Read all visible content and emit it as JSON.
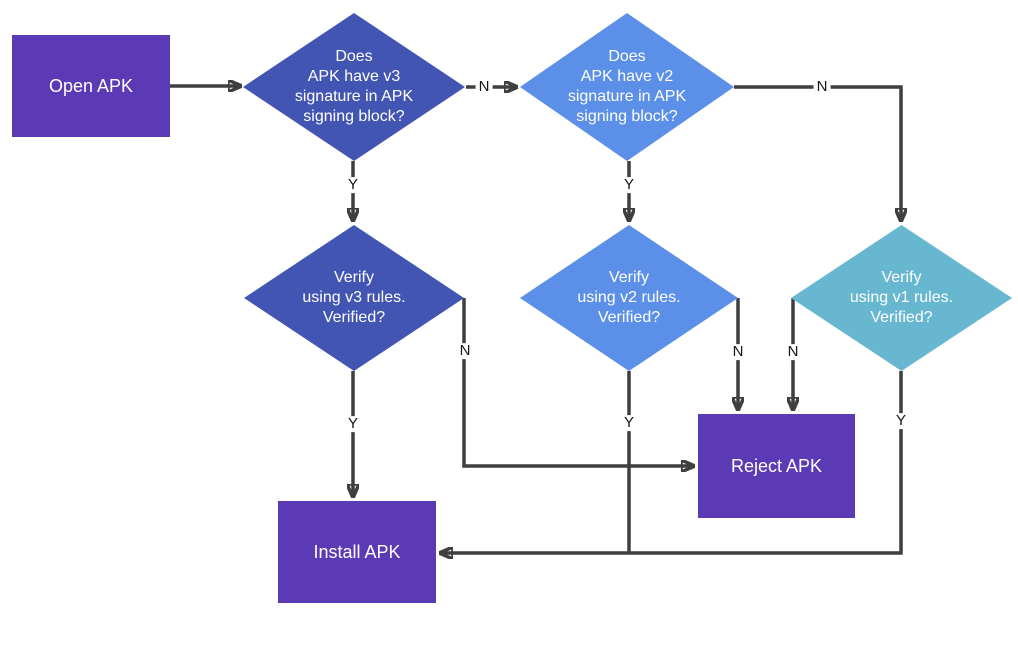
{
  "colors": {
    "purple": "#5c3ab6",
    "dark_blue": "#4355b2",
    "light_blue": "#5c90e8",
    "teal": "#68b7d1",
    "edge": "#3f3f3f",
    "node_text": "#ffffff",
    "edge_label_text": "#141414",
    "background": "#ffffff"
  },
  "labels": {
    "yes": "Y",
    "no": "N"
  },
  "nodes": {
    "open_apk": {
      "type": "process",
      "label": "Open APK"
    },
    "check_v3": {
      "type": "decision",
      "label": "Does\nAPK have v3\nsignature in APK\nsigning block?"
    },
    "check_v2": {
      "type": "decision",
      "label": "Does\nAPK have v2\nsignature in APK\nsigning block?"
    },
    "verify_v3": {
      "type": "decision",
      "label": "Verify\nusing v3 rules.\nVerified?"
    },
    "verify_v2": {
      "type": "decision",
      "label": "Verify\nusing v2 rules.\nVerified?"
    },
    "verify_v1": {
      "type": "decision",
      "label": "Verify\nusing v1 rules.\nVerified?"
    },
    "reject_apk": {
      "type": "process",
      "label": "Reject APK"
    },
    "install_apk": {
      "type": "process",
      "label": "Install APK"
    }
  },
  "edges": [
    {
      "from": "open_apk",
      "to": "check_v3",
      "label": ""
    },
    {
      "from": "check_v3",
      "to": "check_v2",
      "label": "N"
    },
    {
      "from": "check_v3",
      "to": "verify_v3",
      "label": "Y"
    },
    {
      "from": "check_v2",
      "to": "verify_v1",
      "label": "N"
    },
    {
      "from": "check_v2",
      "to": "verify_v2",
      "label": "Y"
    },
    {
      "from": "verify_v3",
      "to": "install_apk",
      "label": "Y"
    },
    {
      "from": "verify_v3",
      "to": "reject_apk",
      "label": "N"
    },
    {
      "from": "verify_v2",
      "to": "reject_apk",
      "label": "N"
    },
    {
      "from": "verify_v2",
      "to": "install_apk",
      "label": "Y"
    },
    {
      "from": "verify_v1",
      "to": "reject_apk",
      "label": "N"
    },
    {
      "from": "verify_v1",
      "to": "install_apk",
      "label": "Y"
    }
  ]
}
